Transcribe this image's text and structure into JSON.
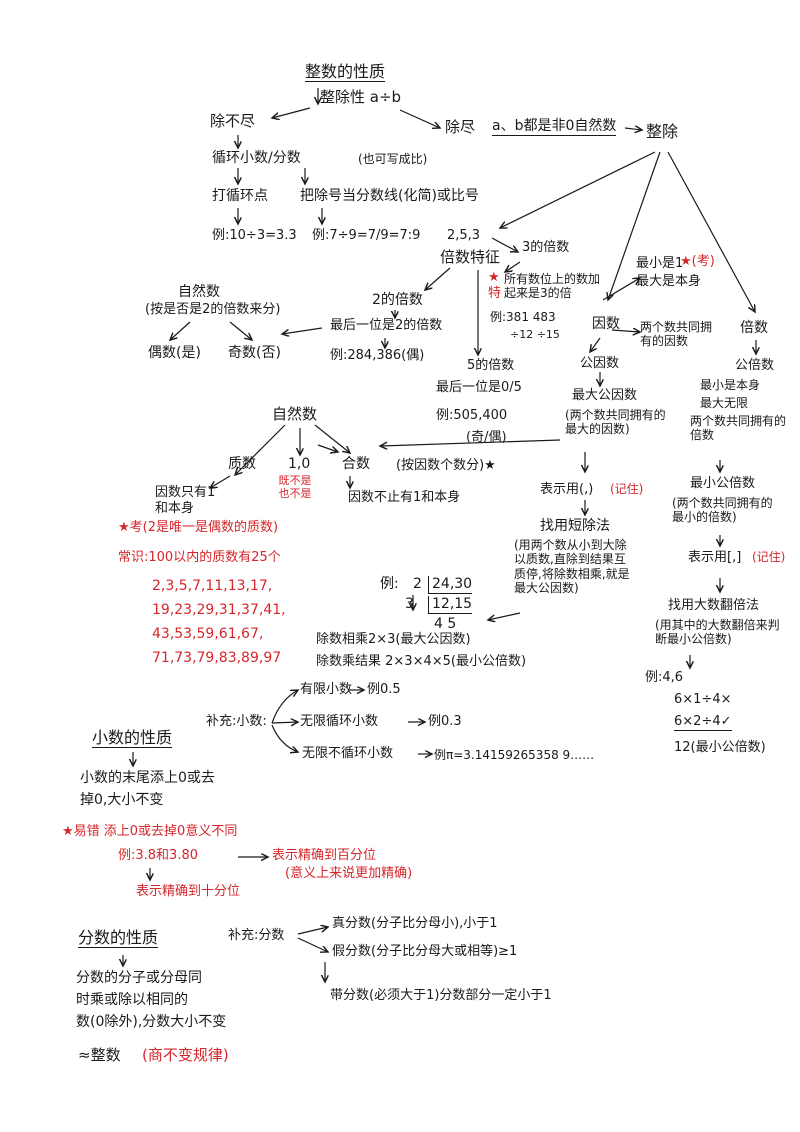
{
  "colors": {
    "ink": "#1a1a1a",
    "red": "#d6262b",
    "background": "#ffffff"
  },
  "integer": {
    "title": "整数的性质",
    "divisibility": "整除性 a÷b",
    "not_divisible": "除不尽",
    "repeating": "循环小数/分数",
    "also_ratio": "(也可写成比)",
    "dot_repeat": "打循环点",
    "to_fraction": "把除号当分数线(化简)或比号",
    "ex1": "例:10÷3=3.3",
    "ex2": "例:7÷9=7/9=7:9",
    "divisible": "除尽",
    "ab_nonzero": "a、b都是非0自然数",
    "exact": "整除"
  },
  "multiples_feature": {
    "head": "2,5,3",
    "title": "倍数特征",
    "three": "3的倍数",
    "three_star": "★",
    "three_te": "特",
    "three_rule": "所有数位上的数加起来是3的倍",
    "ex3": "例:381  483",
    "ex3_sub": "÷12   ÷15",
    "two": "2的倍数",
    "two_rule": "最后一位是2的倍数",
    "two_ex": "例:284,386(偶)",
    "five": "5的倍数",
    "five_rule": "最后一位是0/5",
    "five_ex": "例:505,400",
    "five_ex2": "(奇/偶)"
  },
  "natural_even_odd": {
    "title": "自然数",
    "by": "(按是否是2的倍数来分)",
    "even": "偶数(是)",
    "odd": "奇数(否)"
  },
  "factor": {
    "smallest": "最小是1",
    "kao": "★(考)",
    "largest": "最大是本身",
    "title": "因数",
    "common_desc": "两个数共同拥有的因数",
    "common": "公因数",
    "gcf": "最大公因数",
    "gcf_desc": "(两个数共同拥有的最大的因数)",
    "notation": "表示用(,)",
    "notation_red": "(记住)",
    "method": "找用短除法",
    "method_desc": "(用两个数从小到大除以质数,直除到结果互质停,将除数相乘,就是最大公因数)"
  },
  "multiple": {
    "title": "倍数",
    "common": "公倍数",
    "no_min": "最小是本身",
    "no_max": "最大无限",
    "common_desc": "两个数共同拥有的倍数",
    "lcm": "最小公倍数",
    "lcm_desc": "(两个数共同拥有的最小的倍数)",
    "notation": "表示用[,]",
    "notation_red": "(记住)",
    "method": "找用大数翻倍法",
    "method_desc": "(用其中的大数翻倍来判断最小公倍数)",
    "ex": "例:4,6",
    "ex_l1": "6×1÷4×",
    "ex_l2": "6×2÷4✓",
    "ex_l3": "12(最小公倍数)"
  },
  "natural_prime": {
    "title": "自然数",
    "prime": "质数",
    "one_zero": "1,0",
    "neither": "既不是也不是",
    "composite": "合数",
    "by_factors": "(按因数个数分)★",
    "prime_def": "因数只有1和本身",
    "composite_def": "因数不止有1和本身",
    "kao_two": "★考(2是唯一是偶数的质数)",
    "common_sense": "常识:100以内的质数有25个",
    "primes": [
      "2,3,5,7,11,13,17,",
      "19,23,29,31,37,41,",
      "43,53,59,61,67,",
      "71,73,79,83,89,97"
    ]
  },
  "short_division": {
    "label": "例:",
    "divisors": [
      "2",
      "3"
    ],
    "rows": [
      "24,30",
      "12,15",
      "4  5"
    ],
    "gcf_line": "除数相乘2×3(最大公因数)",
    "lcm_line": "除数乘结果 2×3×4×5(最小公倍数)"
  },
  "decimal_supplement": {
    "label": "补充:小数:",
    "finite": "有限小数",
    "finite_ex": "例0.5",
    "repeating": "无限循环小数",
    "repeating_ex": "例0.3",
    "nonrepeating": "无限不循环小数",
    "nonrepeating_ex": "例π=3.14159265358 9……"
  },
  "decimal": {
    "title": "小数的性质",
    "rule_l1": "小数的末尾添上0或去",
    "rule_l2": "掉0,大小不变",
    "mistake": "★易错 添上0或去掉0意义不同",
    "ex": "例:3.8和3.80",
    "ex_r": "表示精确到百分位",
    "ex_r2": "(意义上来说更加精确)",
    "ex_b": "表示精确到十分位"
  },
  "fraction_supplement": {
    "label": "补充:分数",
    "proper": "真分数(分子比分母小),小于1",
    "improper": "假分数(分子比分母大或相等)≥1",
    "mixed": "带分数(必须大于1)分数部分一定小于1"
  },
  "fraction": {
    "title": "分数的性质",
    "rule_l1": "分数的分子或分母同",
    "rule_l2": "时乘或除以相同的",
    "rule_l3": "数(0除外),分数大小不变",
    "approx": "≈整数",
    "approx_red": "(商不变规律)"
  }
}
